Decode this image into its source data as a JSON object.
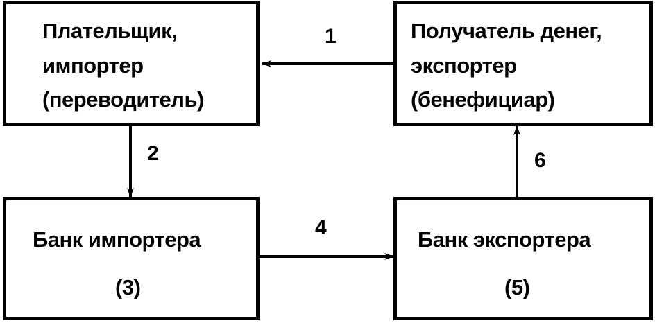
{
  "boxes": {
    "payer": {
      "lines": [
        "Плательщик,",
        "импортер",
        "(переводитель)"
      ]
    },
    "recipient": {
      "lines": [
        "Получатель денег,",
        "экспортер",
        "(бенефициар)"
      ]
    },
    "importer_bank": {
      "title": "Банк импортера",
      "step": "(3)"
    },
    "exporter_bank": {
      "title": "Банк экспортера",
      "step": "(5)"
    }
  },
  "arrows": {
    "a1": "1",
    "a2": "2",
    "a4": "4",
    "a6": "6"
  }
}
